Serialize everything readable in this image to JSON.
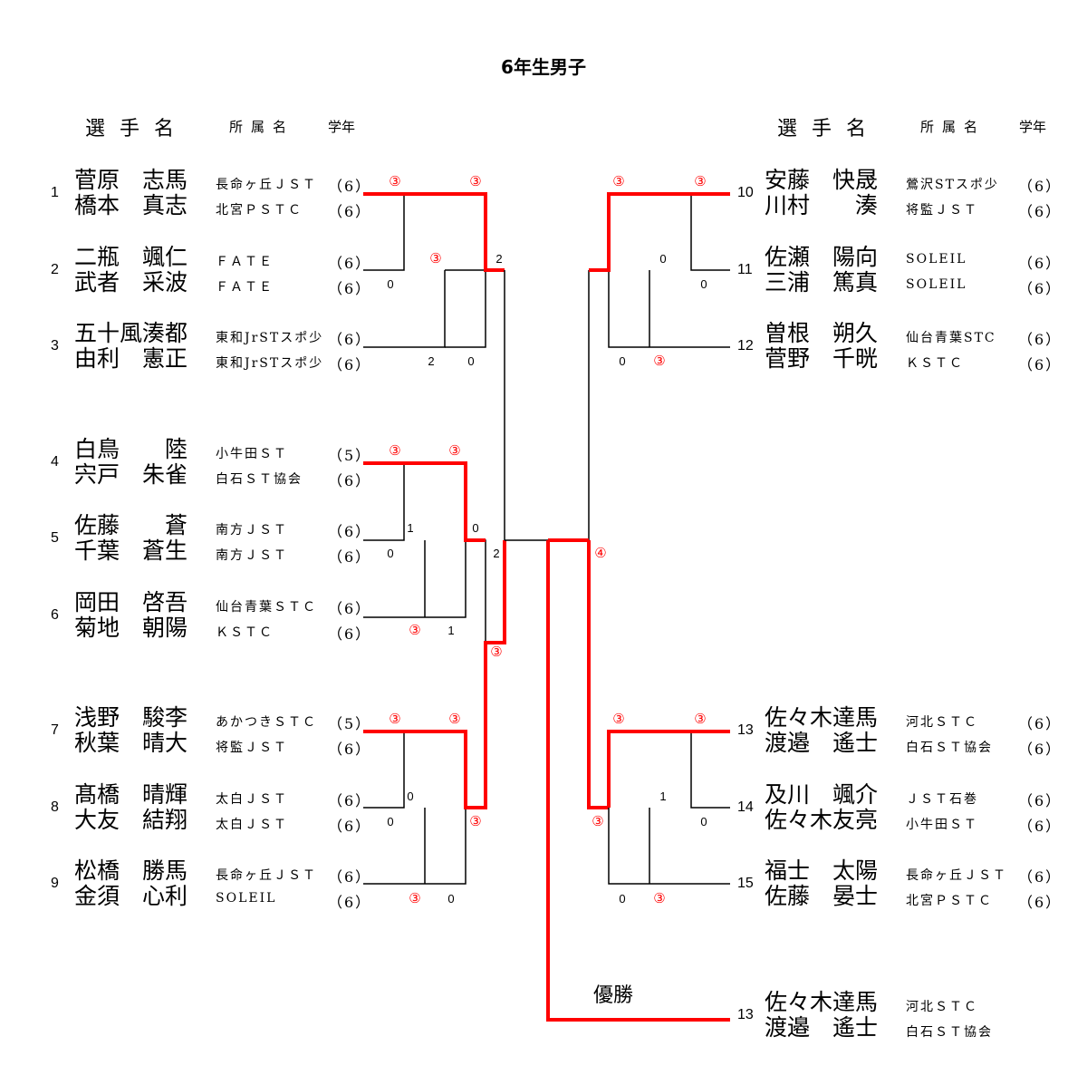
{
  "title": "6年生男子",
  "header": {
    "name": "選手名",
    "club": "所属名",
    "grade": "学年"
  },
  "left": [
    {
      "seed": "1",
      "players": [
        {
          "name": "菅原　志馬",
          "club": "長命ヶ丘ＪＳＴ",
          "grade": "（6）"
        },
        {
          "name": "橋本　真志",
          "club": "北宮ＰＳＴＣ",
          "grade": "（6）"
        }
      ]
    },
    {
      "seed": "2",
      "players": [
        {
          "name": "二瓶　颯仁",
          "club": "ＦＡＴＥ",
          "grade": "（6）"
        },
        {
          "name": "武者　采波",
          "club": "ＦＡＴＥ",
          "grade": "（6）"
        }
      ]
    },
    {
      "seed": "3",
      "players": [
        {
          "name": "五十風湊都",
          "club": "東和JrSTスポ少",
          "grade": "（6）"
        },
        {
          "name": "由利　憲正",
          "club": "東和JrSTスポ少",
          "grade": "（6）"
        }
      ]
    },
    {
      "seed": "4",
      "players": [
        {
          "name": "白鳥　　陸",
          "club": "小牛田ＳＴ",
          "grade": "（5）"
        },
        {
          "name": "宍戸　朱雀",
          "club": "白石ＳＴ協会",
          "grade": "（6）"
        }
      ]
    },
    {
      "seed": "5",
      "players": [
        {
          "name": "佐藤　　蒼",
          "club": "南方ＪＳＴ",
          "grade": "（6）"
        },
        {
          "name": "千葉　蒼生",
          "club": "南方ＪＳＴ",
          "grade": "（6）"
        }
      ]
    },
    {
      "seed": "6",
      "players": [
        {
          "name": "岡田　啓吾",
          "club": "仙台青葉ＳＴＣ",
          "grade": "（6）"
        },
        {
          "name": "菊地　朝陽",
          "club": "ＫＳＴＣ",
          "grade": "（6）"
        }
      ]
    },
    {
      "seed": "7",
      "players": [
        {
          "name": "浅野　駿李",
          "club": "あかつきＳＴＣ",
          "grade": "（5）"
        },
        {
          "name": "秋葉　晴大",
          "club": "将監ＪＳＴ",
          "grade": "（6）"
        }
      ]
    },
    {
      "seed": "8",
      "players": [
        {
          "name": "髙橋　晴輝",
          "club": "太白ＪＳＴ",
          "grade": "（6）"
        },
        {
          "name": "大友　結翔",
          "club": "太白ＪＳＴ",
          "grade": "（6）"
        }
      ]
    },
    {
      "seed": "9",
      "players": [
        {
          "name": "松橋　勝馬",
          "club": "長命ヶ丘ＪＳＴ",
          "grade": "（6）"
        },
        {
          "name": "金須　心利",
          "club": "SOLEIL",
          "grade": "（6）"
        }
      ]
    }
  ],
  "right": [
    {
      "seed": "10",
      "players": [
        {
          "name": "安藤　快晟",
          "club": "鶯沢STスポ少",
          "grade": "（6）"
        },
        {
          "name": "川村　　湊",
          "club": "将監ＪＳＴ",
          "grade": "（6）"
        }
      ]
    },
    {
      "seed": "11",
      "players": [
        {
          "name": "佐瀬　陽向",
          "club": "SOLEIL",
          "grade": "（6）"
        },
        {
          "name": "三浦　篤真",
          "club": "SOLEIL",
          "grade": "（6）"
        }
      ]
    },
    {
      "seed": "12",
      "players": [
        {
          "name": "曽根　朔久",
          "club": "仙台青葉STC",
          "grade": "（6）"
        },
        {
          "name": "菅野　千晄",
          "club": "ＫＳＴＣ",
          "grade": "（6）"
        }
      ]
    },
    {
      "seed": "13",
      "players": [
        {
          "name": "佐々木達馬",
          "club": "河北ＳＴＣ",
          "grade": "（6）"
        },
        {
          "name": "渡邉　遙士",
          "club": "白石ＳＴ協会",
          "grade": "（6）"
        }
      ]
    },
    {
      "seed": "14",
      "players": [
        {
          "name": "及川　颯介",
          "club": "ＪＳＴ石巻",
          "grade": "（6）"
        },
        {
          "name": "佐々木友亮",
          "club": "小牛田ＳＴ",
          "grade": "（6）"
        }
      ]
    },
    {
      "seed": "15",
      "players": [
        {
          "name": "福士　太陽",
          "club": "長命ヶ丘ＪＳＴ",
          "grade": "（6）"
        },
        {
          "name": "佐藤　晏士",
          "club": "北宮ＰＳＴＣ",
          "grade": "（6）"
        }
      ]
    }
  ],
  "champion": {
    "label": "優勝",
    "seed": "13",
    "players": [
      {
        "name": "佐々木達馬",
        "club": "河北ＳＴＣ"
      },
      {
        "name": "渡邉　遙士",
        "club": "白石ＳＴ協会"
      }
    ]
  },
  "scores": {
    "g1_1v2_top": "③",
    "g1_1v2_top2": "③",
    "g1_2v3_mid": "③",
    "g1_2_low": "0",
    "g1_3_a": "2",
    "g1_3_b": "0",
    "g1_semi": "2",
    "g2_4_a": "③",
    "g2_4_b": "③",
    "g2_5_mid": "1",
    "g2_5_low": "0",
    "g2_semi_low": "0",
    "g2_6_a": "③",
    "g2_6_b": "1",
    "g2_q": "2",
    "g3_left_final": "③",
    "g3_7_a": "③",
    "g3_7_b": "③",
    "g3_8_mid": "0",
    "g3_8_low": "0",
    "g3_semi": "③",
    "g3_9_a": "③",
    "g3_9_b": "0",
    "final": "④",
    "r1_10_a": "③",
    "r1_10_b": "③",
    "r1_11_mid": "0",
    "r1_11_low": "0",
    "r1_12_a": "0",
    "r1_12_b": "③",
    "r2_13_a": "③",
    "r2_13_b": "③",
    "r2_14_mid": "1",
    "r2_14_low": "0",
    "r2_semi": "③",
    "r2_15_a": "0",
    "r2_15_b": "③"
  },
  "colors": {
    "win_line": "#ff0000",
    "line": "#000000",
    "win_score": "#ff0000"
  }
}
